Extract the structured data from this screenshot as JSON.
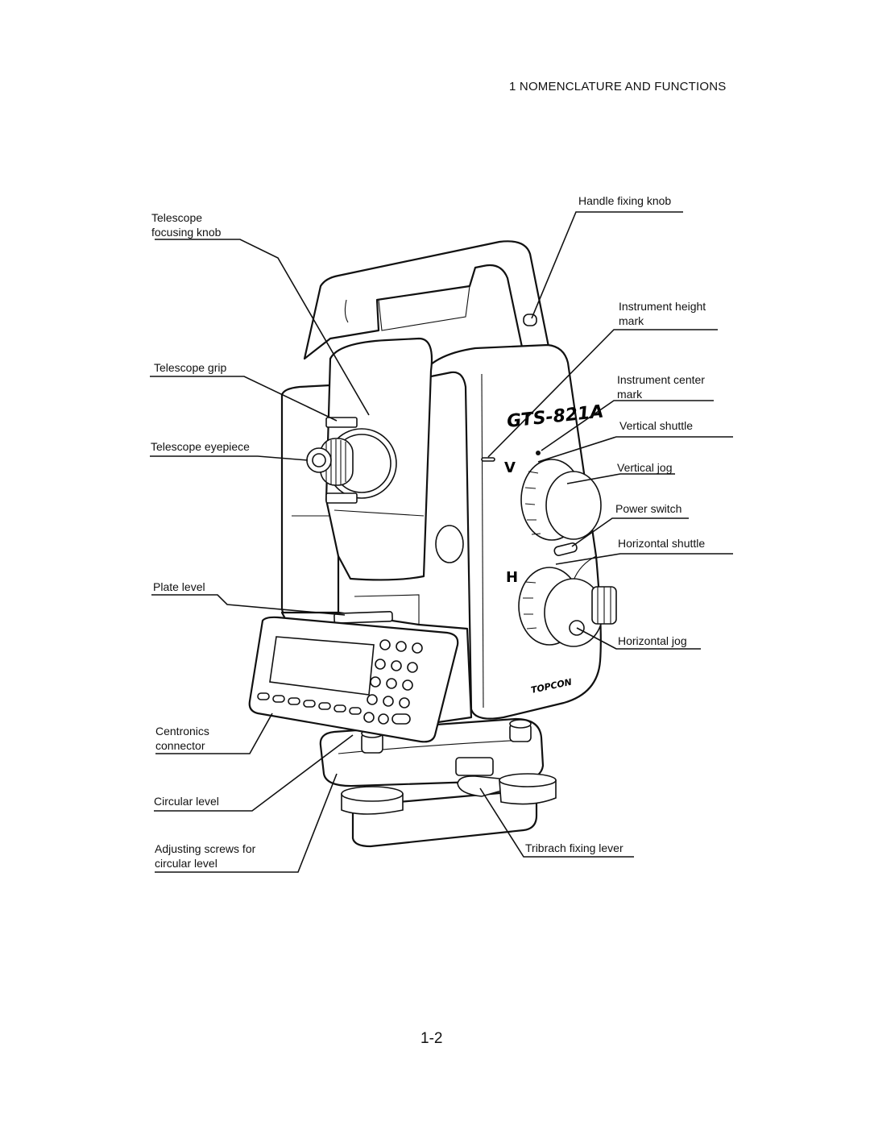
{
  "header": {
    "section_title": "1   NOMENCLATURE AND FUNCTIONS"
  },
  "labels": {
    "telescope_focusing_knob": [
      "Telescope",
      " focusing knob"
    ],
    "telescope_grip": "Telescope grip",
    "telescope_eyepiece": "Telescope eyepiece",
    "plate_level": "Plate  level",
    "centronics_connector": [
      "Centronics",
      "connector"
    ],
    "circular_level": "Circular level",
    "adjusting_screws": [
      "Adjusting screws for",
      " circular level"
    ],
    "handle_fixing_knob": "Handle fixing knob",
    "instrument_height_mark": [
      "Instrument height",
      "mark"
    ],
    "instrument_center_mark": [
      "Instrument center",
      "mark"
    ],
    "vertical_shuttle": "Vertical shuttle",
    "vertical_jog": "Vertical jog",
    "power_switch": "Power switch",
    "horizontal_shuttle": "Horizontal shuttle",
    "horizontal_jog": "Horizontal jog",
    "tribrach_fixing_lever": "Tribrach fixing lever"
  },
  "instrument": {
    "model": "GTS-821A",
    "vertical_mark": "V",
    "horizontal_mark": "H",
    "brand": "TOPCON"
  },
  "page_number": "1-2"
}
